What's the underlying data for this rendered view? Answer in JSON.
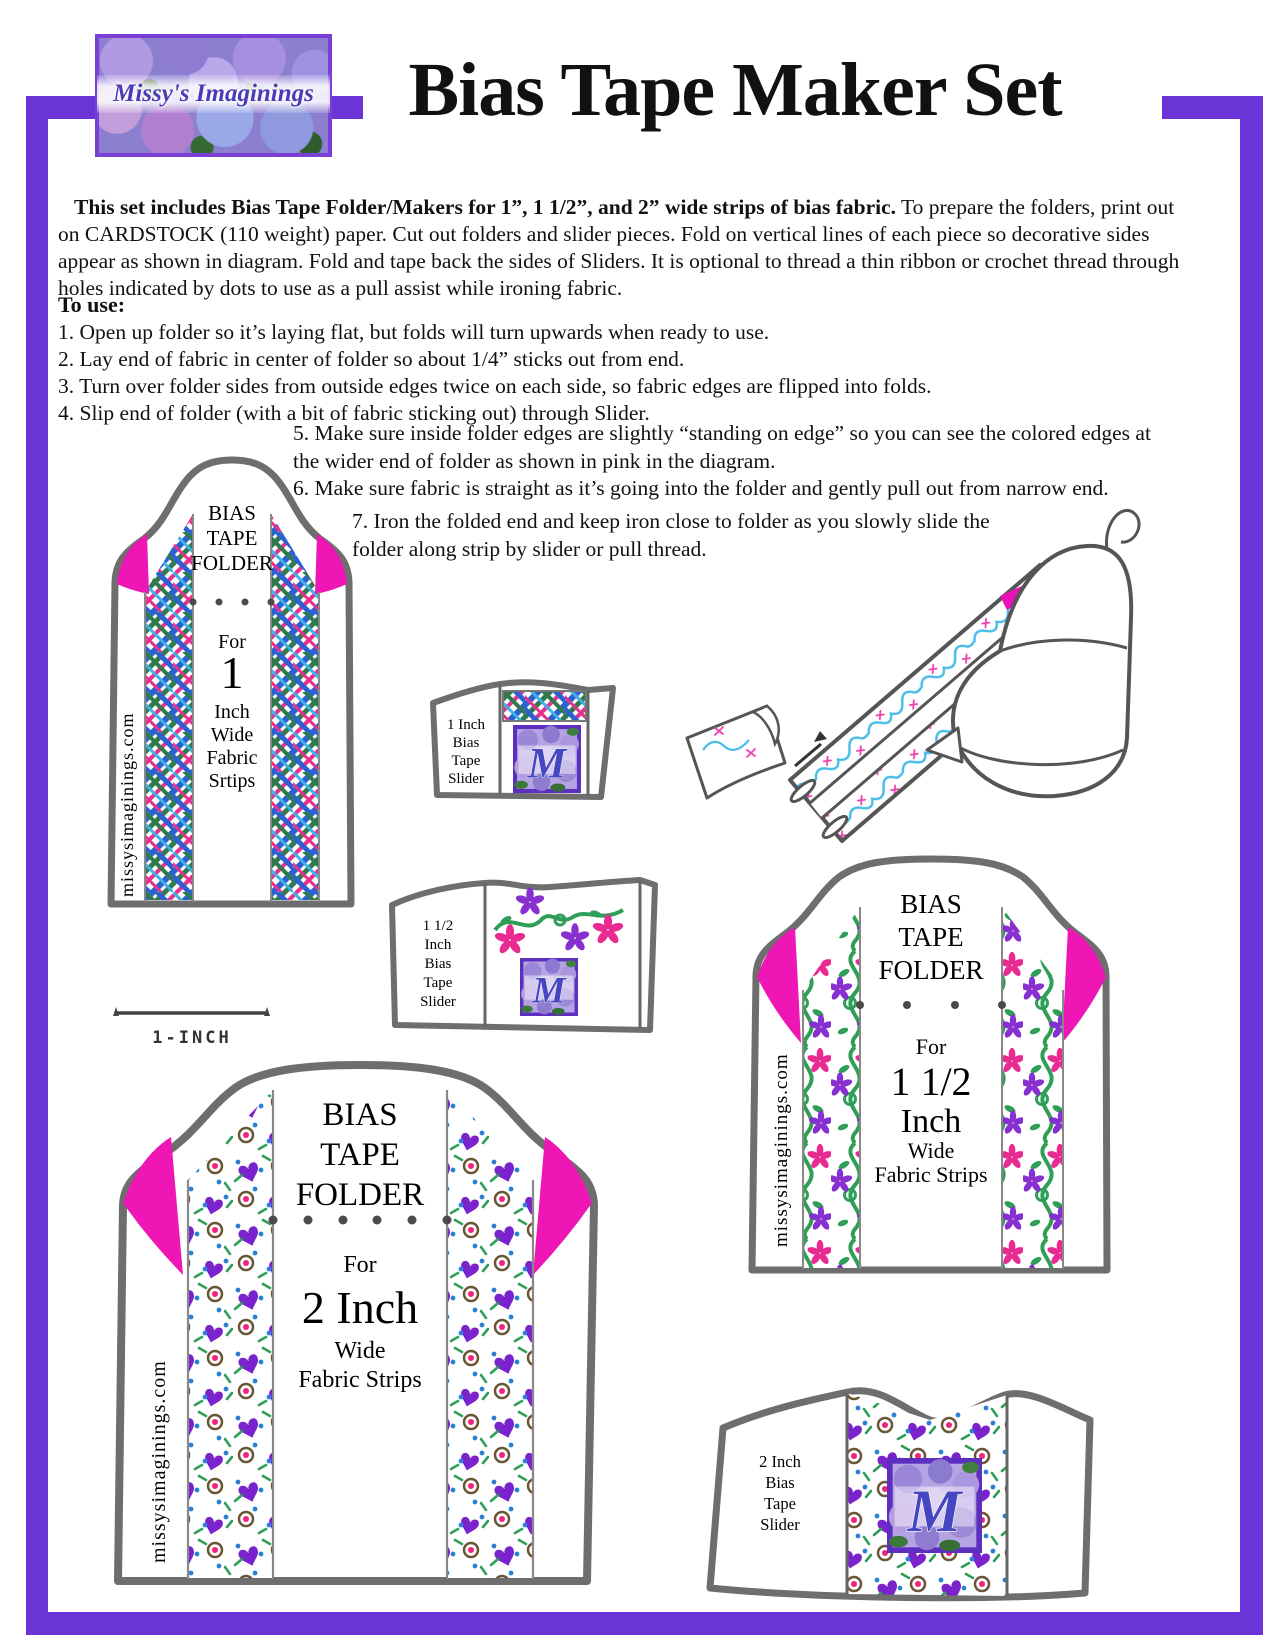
{
  "header": {
    "logo_text": "Missy's Imaginings",
    "title": "Bias Tape Maker Set"
  },
  "intro": {
    "lead": "This set includes Bias Tape Folder/Makers for 1”, 1 1/2”, and 2” wide strips of bias fabric.",
    "body": "To prepare the folders, print out on CARDSTOCK (110 weight) paper. Cut out folders and slider pieces. Fold on vertical lines of each piece so decorative sides appear as shown in diagram. Fold and tape back the sides of Sliders. It is optional to thread a thin ribbon or crochet thread through holes indicated by dots to use as a pull assist while ironing fabric."
  },
  "instructions": {
    "heading": "To use:",
    "steps": [
      "1.  Open up folder so it’s laying flat, but folds will turn upwards when ready to use.",
      "2.  Lay end of fabric in center of folder so about 1/4” sticks out from end.",
      "3.  Turn over folder sides from outside edges twice on each side, so fabric edges are flipped into folds.",
      "4.  Slip end of folder (with a bit of fabric sticking out) through Slider."
    ],
    "steps_indented": [
      "5. Make sure inside folder edges are slightly “standing on edge” so you can see the colored edges at the wider end of folder as shown in pink in the diagram.",
      "6. Make sure fabric is straight as it’s going into the folder and gently pull out from narrow end."
    ],
    "step_seven": "7. Iron the folded end and keep iron close to folder as you slowly slide the folder along strip by slider or pull thread."
  },
  "diagrams": {
    "website": "missysimaginings.com",
    "monogram": "M",
    "scale_label": "1-INCH",
    "folder_1inch": {
      "title_1": "BIAS",
      "title_2": "TAPE",
      "title_3": "FOLDER",
      "for_label": "For",
      "size": "1",
      "line_1": "Inch",
      "line_2": "Wide",
      "line_3": "Fabric",
      "line_4": "Srtips"
    },
    "slider_1inch": {
      "line_1": "1 Inch",
      "line_2": "Bias",
      "line_3": "Tape",
      "line_4": "Slider"
    },
    "slider_15inch": {
      "line_1": "1 1/2",
      "line_2": "Inch",
      "line_3": "Bias",
      "line_4": "Tape",
      "line_5": "Slider"
    },
    "folder_15inch": {
      "title_1": "BIAS",
      "title_2": "TAPE",
      "title_3": "FOLDER",
      "for_label": "For",
      "size": "1 1/2",
      "line_1": "Inch",
      "line_2": "Wide",
      "line_3": "Fabric Strips"
    },
    "folder_2inch": {
      "title_1": "BIAS",
      "title_2": "TAPE",
      "title_3": "FOLDER",
      "for_label": "For",
      "size": "2 Inch",
      "line_1": "Wide",
      "line_2": "Fabric Strips"
    },
    "slider_2inch": {
      "line_1": "2 Inch",
      "line_2": "Bias",
      "line_3": "Tape",
      "line_4": "Slider"
    }
  },
  "colors": {
    "frame_purple": "#6a34d6",
    "outline_gray": "#6e6e6e",
    "corner_magenta": "#ef16b6",
    "plaid_blue": "#2b62d0",
    "plaid_light_blue": "#3fb0e8",
    "plaid_green": "#2f7a4d",
    "plaid_pink": "#e8308f",
    "vine_green": "#2f9e56",
    "flower_pink": "#e82a92",
    "flower_purple": "#8830cf",
    "heart_purple": "#7a22cc",
    "logo_purple": "#5d2fbf"
  }
}
